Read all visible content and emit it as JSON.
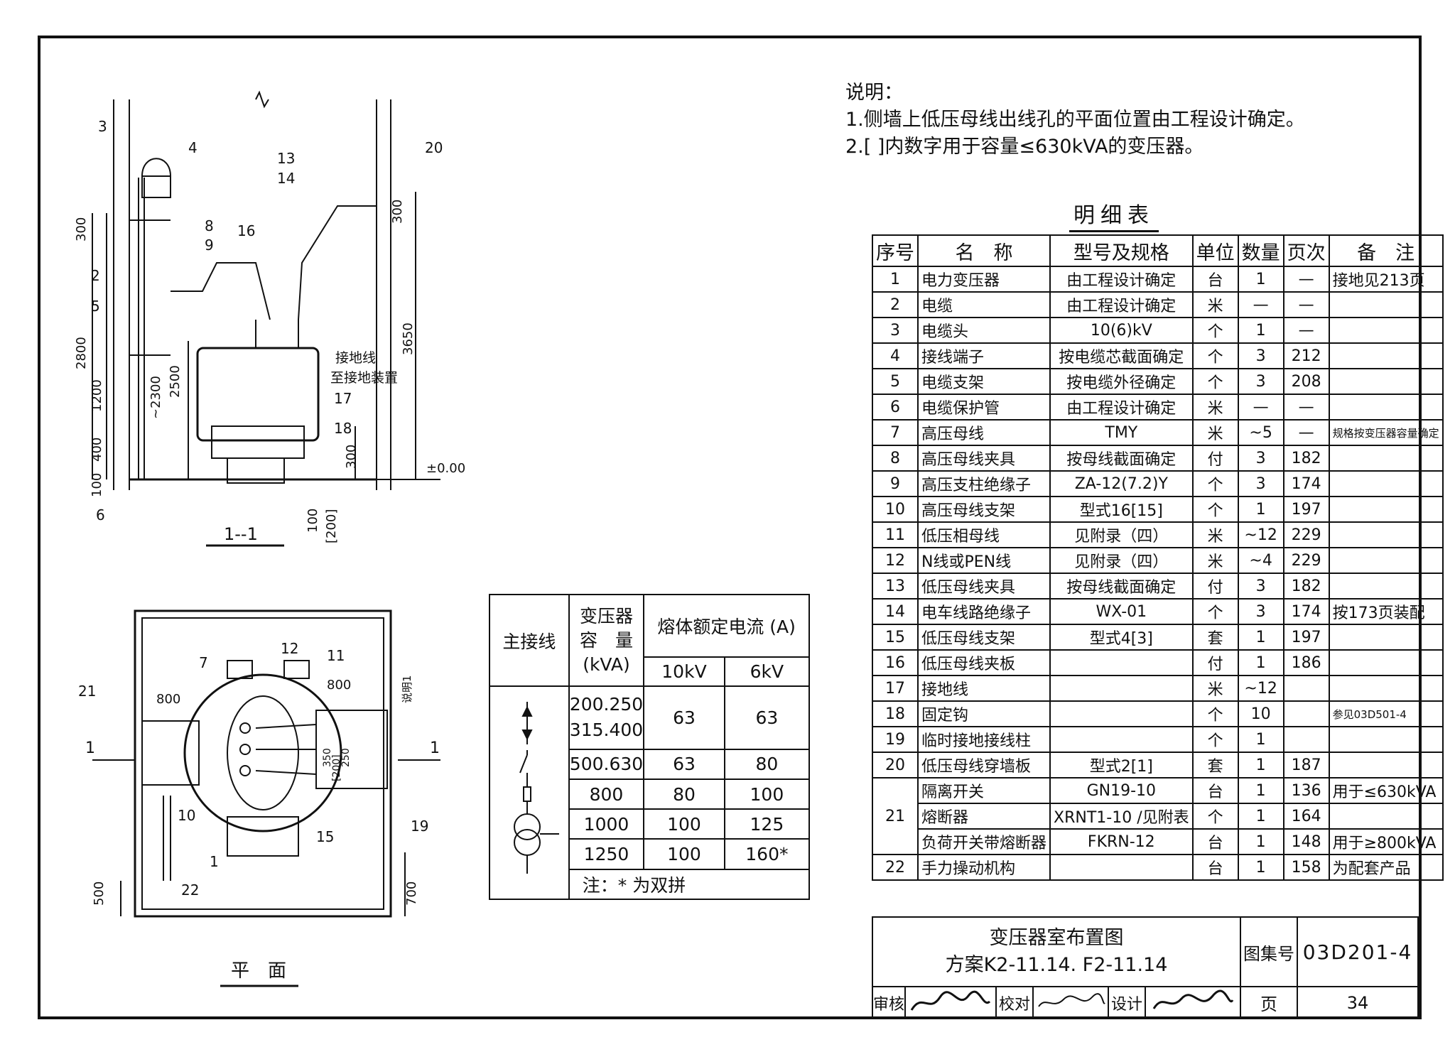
{
  "notes": {
    "heading": "说明：",
    "lines": [
      "1.侧墙上低压母线出线孔的平面位置由工程设计确定。",
      "2.[ ]内数字用于容量≤630kVA的变压器。"
    ]
  },
  "bom": {
    "title": "明细表",
    "headers": [
      "序号",
      "名　称",
      "型号及规格",
      "单位",
      "数量",
      "页次",
      "备　注"
    ],
    "rows": [
      [
        "1",
        "电力变压器",
        "由工程设计确定",
        "台",
        "1",
        "—",
        "接地见213页"
      ],
      [
        "2",
        "电缆",
        "由工程设计确定",
        "米",
        "—",
        "—",
        ""
      ],
      [
        "3",
        "电缆头",
        "10(6)kV",
        "个",
        "1",
        "—",
        ""
      ],
      [
        "4",
        "接线端子",
        "按电缆芯截面确定",
        "个",
        "3",
        "212",
        ""
      ],
      [
        "5",
        "电缆支架",
        "按电缆外径确定",
        "个",
        "3",
        "208",
        ""
      ],
      [
        "6",
        "电缆保护管",
        "由工程设计确定",
        "米",
        "—",
        "—",
        ""
      ],
      [
        "7",
        "高压母线",
        "TMY",
        "米",
        "~5",
        "—",
        "规格按变压器容量确定"
      ],
      [
        "8",
        "高压母线夹具",
        "按母线截面确定",
        "付",
        "3",
        "182",
        ""
      ],
      [
        "9",
        "高压支柱绝缘子",
        "ZA-12(7.2)Y",
        "个",
        "3",
        "174",
        ""
      ],
      [
        "10",
        "高压母线支架",
        "型式16[15]",
        "个",
        "1",
        "197",
        ""
      ],
      [
        "11",
        "低压相母线",
        "见附录（四）",
        "米",
        "~12",
        "229",
        ""
      ],
      [
        "12",
        "N线或PEN线",
        "见附录（四）",
        "米",
        "~4",
        "229",
        ""
      ],
      [
        "13",
        "低压母线夹具",
        "按母线截面确定",
        "付",
        "3",
        "182",
        ""
      ],
      [
        "14",
        "电车线路绝缘子",
        "WX-01",
        "个",
        "3",
        "174",
        "按173页装配"
      ],
      [
        "15",
        "低压母线支架",
        "型式4[3]",
        "套",
        "1",
        "197",
        ""
      ],
      [
        "16",
        "低压母线夹板",
        "",
        "付",
        "1",
        "186",
        ""
      ],
      [
        "17",
        "接地线",
        "",
        "米",
        "~12",
        "",
        ""
      ],
      [
        "18",
        "固定钩",
        "",
        "个",
        "10",
        "",
        "参见03D501-4"
      ],
      [
        "19",
        "临时接地接线柱",
        "",
        "个",
        "1",
        "",
        ""
      ],
      [
        "20",
        "低压母线穿墙板",
        "型式2[1]",
        "套",
        "1",
        "187",
        ""
      ],
      [
        "21",
        "隔离开关",
        "GN19-10",
        "台",
        "1",
        "136",
        "用于≤630kVA"
      ],
      [
        "21",
        "熔断器",
        "XRNT1-10 /见附表",
        "个",
        "1",
        "164",
        ""
      ],
      [
        "21",
        "负荷开关带熔断器",
        "FKRN-12",
        "台",
        "1",
        "148",
        "用于≥800kVA"
      ],
      [
        "22",
        "手力操动机构",
        "",
        "台",
        "1",
        "158",
        "为配套产品"
      ]
    ]
  },
  "fuse_table": {
    "h_main": "主接线",
    "h_cap": "变压器容　量(kVA)",
    "h_cap1": "变压器",
    "h_cap2": "容　量",
    "h_cap3": "(kVA)",
    "h_fuse": "熔体额定电流 (A)",
    "h_10kv": "10kV",
    "h_6kv": "6kV",
    "rows": [
      [
        "200.250\n315.400",
        "63",
        "63"
      ],
      [
        "500.630",
        "63",
        "80"
      ],
      [
        "800",
        "80",
        "100"
      ],
      [
        "1000",
        "100",
        "125"
      ],
      [
        "1250",
        "100",
        "160*"
      ]
    ],
    "cap_a": "200.250",
    "cap_b": "315.400",
    "note": "注：* 为双拼"
  },
  "title_block": {
    "title": "变压器室布置图",
    "subtitle": "方案K2-11.14. F2-11.14",
    "atlas_label": "图集号",
    "atlas_no": "03D201-4",
    "review_label": "审核",
    "check_label": "校对",
    "design_label": "设计",
    "page_label": "页",
    "page_no": "34",
    "review_sig": "",
    "check_sig": "",
    "design_sig": ""
  },
  "section": {
    "label": "1--1",
    "dims": [
      "300",
      "2800",
      "1200",
      "400",
      "100",
      "~2300",
      "2500",
      "3650",
      "300",
      "300",
      "100",
      "[200]",
      "±0.00"
    ],
    "callouts": [
      "3",
      "4",
      "2",
      "5",
      "6",
      "8",
      "9",
      "16",
      "13",
      "14",
      "20",
      "17",
      "18"
    ],
    "ground_text_1": "接地线",
    "ground_text_2": "至接地装置"
  },
  "plan": {
    "label": "平　面",
    "dims": [
      "800",
      "800",
      "350",
      "[200]",
      "250",
      "500",
      "700"
    ],
    "callouts": [
      "21",
      "7",
      "12",
      "11",
      "10",
      "15",
      "1",
      "19",
      "22"
    ],
    "section_mark_left": "1",
    "section_mark_right": "1",
    "note_tag": "说明1"
  }
}
